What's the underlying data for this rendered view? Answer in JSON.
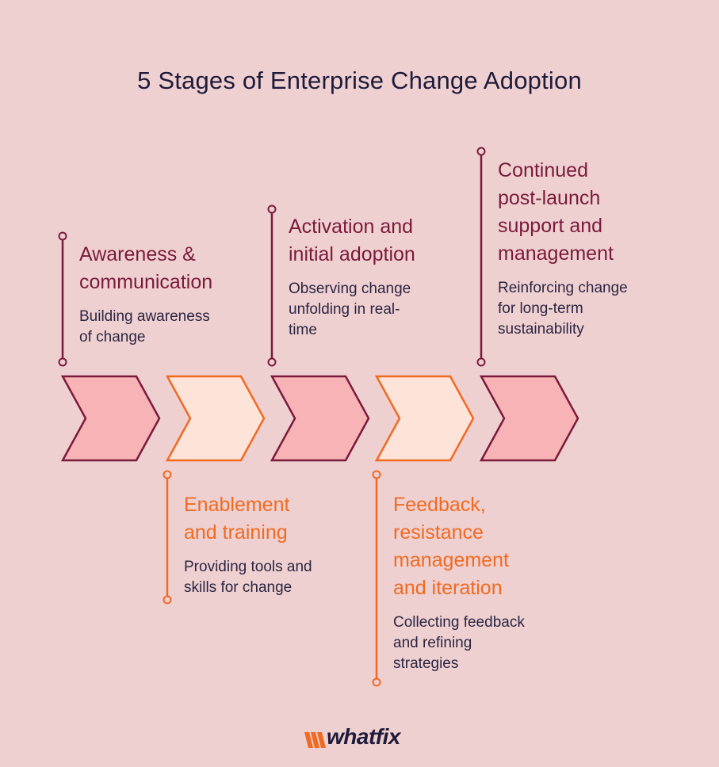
{
  "title": "5 Stages of Enterprise Change Adoption",
  "stages": [
    {
      "heading_lines": [
        "Awareness &",
        "communication"
      ],
      "desc_lines": [
        "Building awareness",
        "of change"
      ],
      "position": "top",
      "color": "#7A1A3A",
      "fill": "#F7B3B6"
    },
    {
      "heading_lines": [
        "Enablement",
        "and training"
      ],
      "desc_lines": [
        "Providing tools and",
        "skills for change"
      ],
      "position": "bottom",
      "color": "#F06A22",
      "fill": "#FDE3D8"
    },
    {
      "heading_lines": [
        "Activation and",
        "initial adoption"
      ],
      "desc_lines": [
        "Observing change",
        "unfolding in real-",
        "time"
      ],
      "position": "top",
      "color": "#7A1A3A",
      "fill": "#F7B3B6"
    },
    {
      "heading_lines": [
        "Feedback,",
        "resistance",
        "management",
        "and iteration"
      ],
      "desc_lines": [
        "Collecting feedback",
        "and refining",
        "strategies"
      ],
      "position": "bottom",
      "color": "#F06A22",
      "fill": "#FDE3D8"
    },
    {
      "heading_lines": [
        "Continued",
        "post-launch",
        "support and",
        "management"
      ],
      "desc_lines": [
        "Reinforcing change",
        "for long-term",
        "sustainability"
      ],
      "position": "top",
      "color": "#7A1A3A",
      "fill": "#F7B3B6"
    }
  ],
  "logo": {
    "text": "whatfix",
    "icon": "whatfix-logo-icon"
  }
}
